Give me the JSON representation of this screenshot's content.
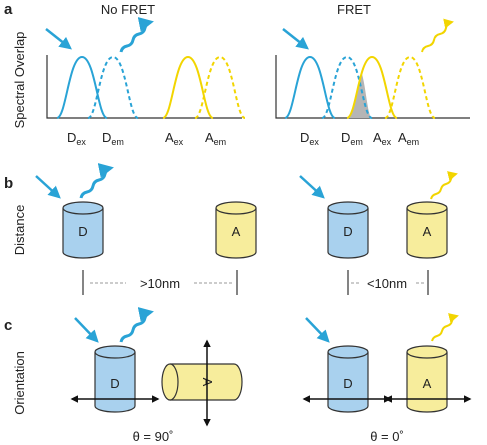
{
  "panel_a": {
    "letter": "a",
    "left_title": "No FRET",
    "right_title": "FRET",
    "ylabel": "Spectral Overlap",
    "labels": {
      "d_ex": {
        "main": "D",
        "sub": "ex"
      },
      "d_em": {
        "main": "D",
        "sub": "em"
      },
      "a_ex": {
        "main": "A",
        "sub": "ex"
      },
      "a_em": {
        "main": "A",
        "sub": "em"
      }
    }
  },
  "panel_b": {
    "letter": "b",
    "ylabel": "Distance",
    "donor": "D",
    "acceptor": "A",
    "left_distance": ">10nm",
    "right_distance": "<10nm"
  },
  "panel_c": {
    "letter": "c",
    "ylabel": "Orientation",
    "donor": "D",
    "acceptor": "A",
    "left_angle": "θ = 90˚",
    "right_angle": "θ = 0˚"
  },
  "colors": {
    "donor": "#29a3d6",
    "donor_fill": "#a9d1ee",
    "acceptor": "#f2d500",
    "acceptor_fill": "#f7ed9c",
    "overlap": "#b5b5b5",
    "outline": "#333333"
  },
  "icons": [
    "excitation-arrow-icon",
    "donor-emission-wave-icon",
    "acceptor-emission-wave-icon",
    "dipole-arrow-icon"
  ]
}
